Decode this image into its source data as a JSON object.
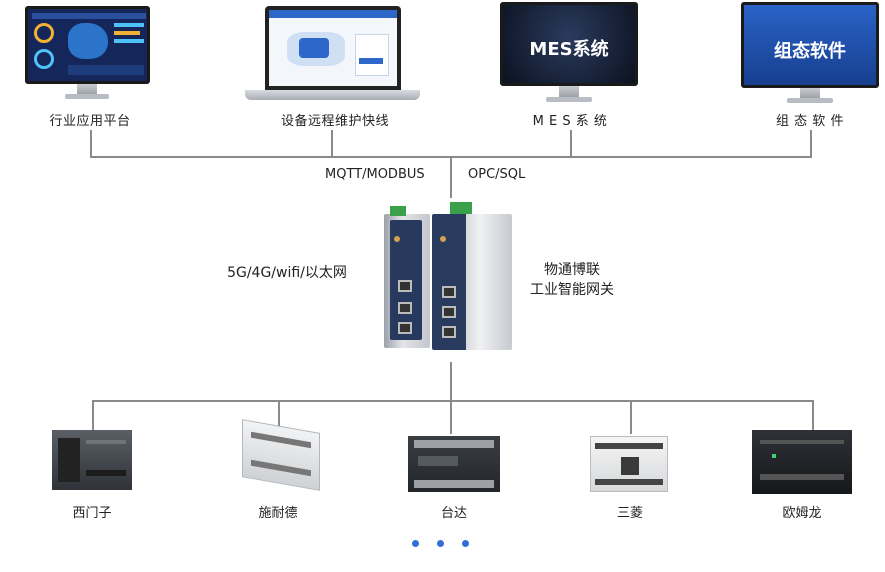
{
  "top_systems": [
    {
      "label": "行业应用平台"
    },
    {
      "label": "设备远程维护快线"
    },
    {
      "label": "M E S 系 统",
      "screen_text": "MES系统"
    },
    {
      "label": "组 态 软 件",
      "screen_text": "组态软件"
    }
  ],
  "protocols": {
    "left": "MQTT/MODBUS",
    "right": "OPC/SQL"
  },
  "network_label": "5G/4G/wifi/以太网",
  "gateway_label": {
    "line1": "物通博联",
    "line2": "工业智能网关"
  },
  "plcs": [
    {
      "label": "西门子"
    },
    {
      "label": "施耐德"
    },
    {
      "label": "台达"
    },
    {
      "label": "三菱"
    },
    {
      "label": "欧姆龙"
    }
  ],
  "pagination": {
    "count": 3
  },
  "colors": {
    "line": "#8a8a8a",
    "dot": "#2f6fd6",
    "screen_dark": "#0d1b3d",
    "screen_blue": "#1e4fa8"
  }
}
